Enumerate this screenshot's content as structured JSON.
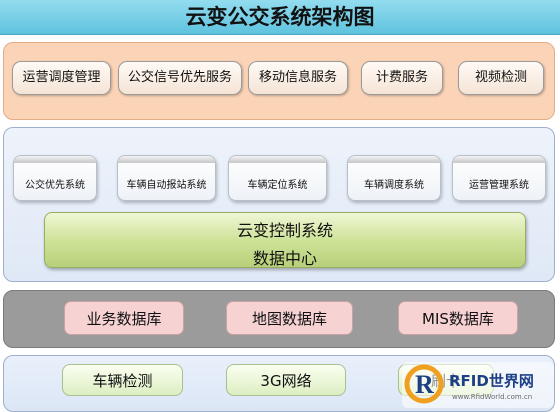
{
  "title": "云变公交系统架构图",
  "application_layer": {
    "items": [
      "运营调度管理",
      "公交信号优先服务",
      "移动信息服务",
      "计费服务",
      "视频检测"
    ]
  },
  "control_layer": {
    "subsystems": [
      "公交优先系统",
      "车辆自动报站系统",
      "车辆定位系统",
      "车辆调度系统",
      "运营管理系统"
    ],
    "core_line1": "云变控制系统",
    "core_line2": "数据中心"
  },
  "database_layer": {
    "items": [
      "业务数据库",
      "地图数据库",
      "MIS数据库"
    ]
  },
  "input_layer": {
    "items": [
      "车辆检测",
      "3G网络",
      "刷卡"
    ]
  },
  "watermark": {
    "logo_text": "RFID世界网",
    "url": "www.RfidWorld.com.cn",
    "colors": {
      "logo_blue": "#1c3f86",
      "logo_orange": "#f0a020"
    }
  },
  "colors": {
    "title_bar": "#5fc3de",
    "application_layer": "#fbd3b6",
    "control_layer": "#dfe8f6",
    "core_box": "#cfe399",
    "database_layer": "#9b9b9b",
    "database_item": "#f6d2d2",
    "input_item": "#dceec2"
  }
}
